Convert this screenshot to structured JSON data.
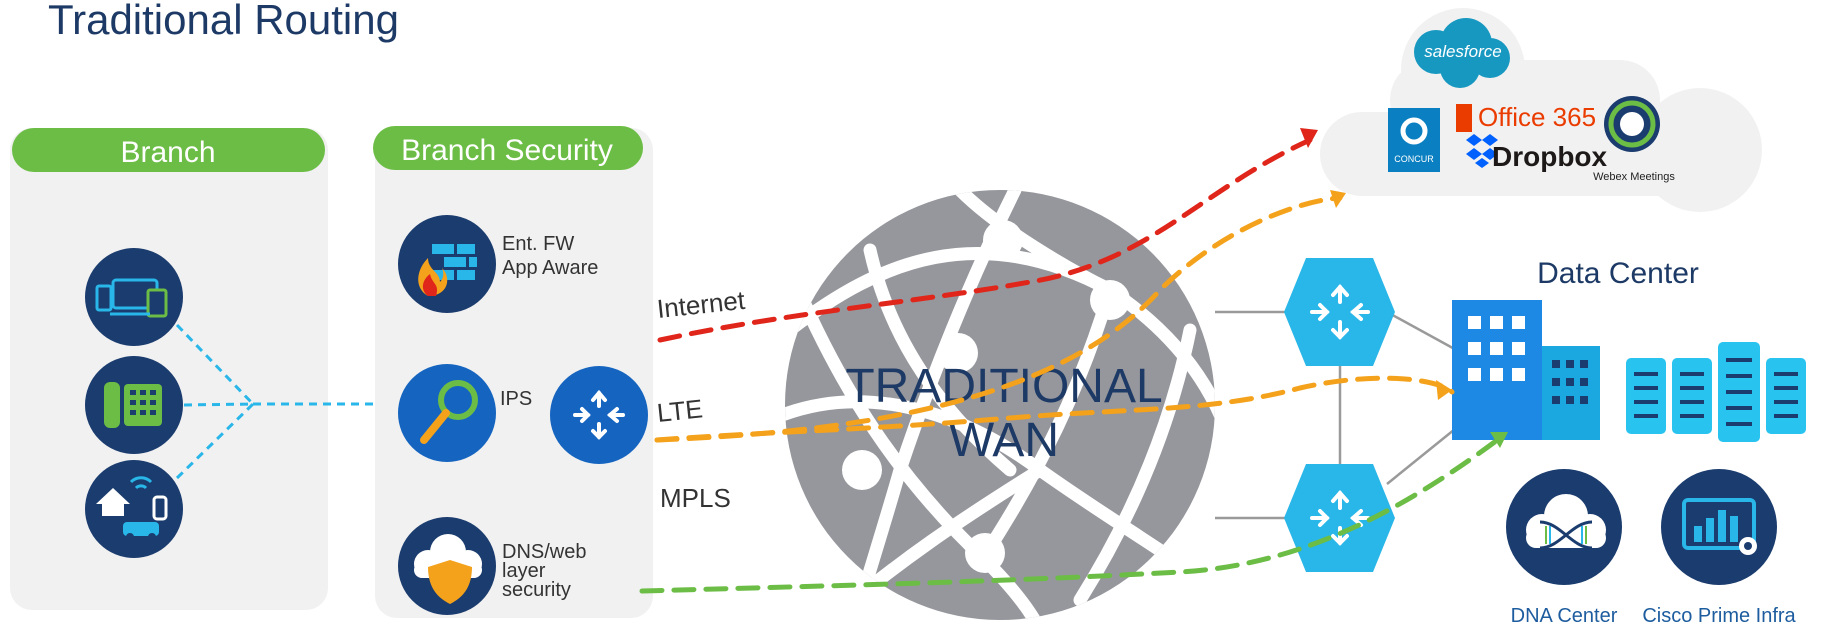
{
  "title": "Traditional Routing",
  "branch": {
    "label": "Branch"
  },
  "security": {
    "label": "Branch Security",
    "fw_line1": "Ent. FW",
    "fw_line2": "App Aware",
    "ips": "IPS",
    "dns_line1": "DNS/web",
    "dns_line2": "layer",
    "dns_line3": "security"
  },
  "wan": {
    "line1": "TRADITIONAL",
    "line2": "WAN"
  },
  "links": {
    "internet": "Internet",
    "lte": "LTE",
    "mpls": "MPLS"
  },
  "cloud": {
    "salesforce": "salesforce",
    "office": "Office 365",
    "dropbox": "Dropbox",
    "concur": "CONCUR",
    "webex": "Webex Meetings"
  },
  "datacenter": {
    "label": "Data Center",
    "dna": "DNA Center",
    "prime": "Cisco Prime Infra"
  },
  "colors": {
    "title": "#1d3a66",
    "green": "#6cbd45",
    "panel": "#f1f1f2",
    "navy": "#1b3c6e",
    "blue": "#1565c0",
    "cyan": "#29b6e8",
    "globe": "#96979c",
    "internet": "#e0261b",
    "lte": "#f4a21c",
    "mpls": "#6cbd45",
    "dc_blue": "#1e88e5",
    "dc_light": "#29c3f0"
  }
}
